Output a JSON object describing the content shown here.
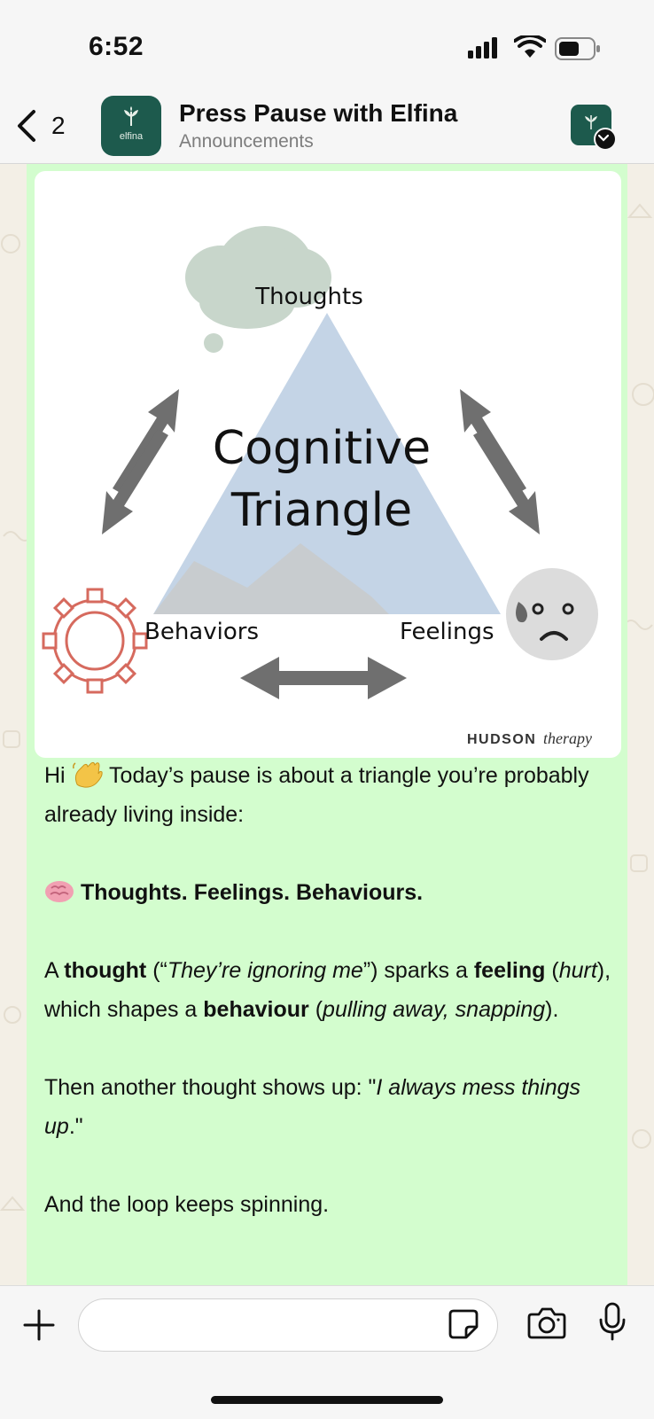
{
  "status_bar": {
    "time": "6:52"
  },
  "header": {
    "back_count": "2",
    "avatar_text": "elfina",
    "title": "Press Pause with Elfina",
    "subtitle": "Announcements"
  },
  "image": {
    "thoughts": "Thoughts",
    "title_line1": "Cognitive",
    "title_line2": "Triangle",
    "behaviors": "Behaviors",
    "feelings": "Feelings",
    "credit_brand": "HUDSON",
    "credit_suffix": "therapy"
  },
  "message": {
    "line1_greet": "Hi",
    "line1_rest": " Today’s pause is about a triangle you’re probably already living inside:",
    "brain_line": "Thoughts. Feelings. Behaviours.",
    "p2": {
      "a": "A ",
      "thought": "thought",
      "b": " (“",
      "quote": "They’re ignoring me",
      "c": "”) sparks a ",
      "feeling": "feeling",
      "d": " (",
      "hurt": "hurt",
      "e": "), which shapes a ",
      "behaviour": "behaviour",
      "f": " (",
      "pulling": "pulling away, snapping",
      "g": ")."
    },
    "p3": {
      "a": "Then another thought shows up: \"",
      "quote": "I always mess things up",
      "b": ".\""
    },
    "p4": "And the loop keeps spinning."
  },
  "colors": {
    "bubble": "#d3fdce",
    "brand_green": "#1d5a4d"
  }
}
